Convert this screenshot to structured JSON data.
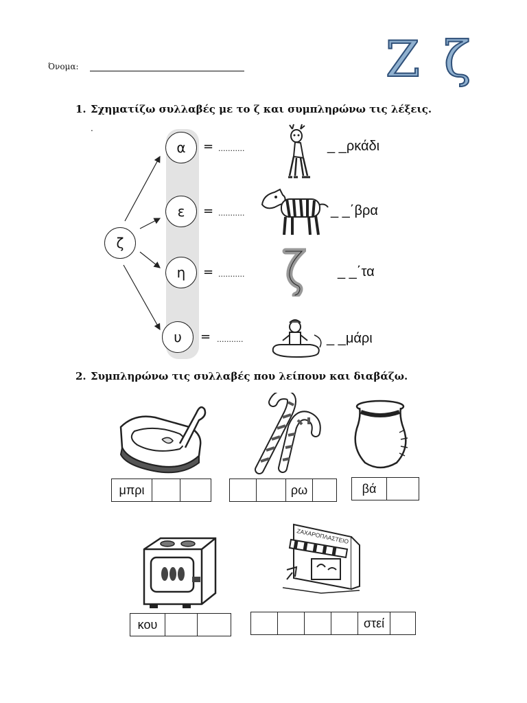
{
  "header": {
    "name_label": "Όνομα:",
    "title_letters": "Ζ ζ"
  },
  "exercise1": {
    "number": "1.",
    "instruction": "Σχηματίζω συλλαβές με το ζ και συμπληρώνω τις λέξεις.",
    "bullet": ".",
    "root_letter": "ζ",
    "rows": [
      {
        "vowel": "α",
        "equals": "=",
        "blank": "...........",
        "icon": "deer-icon",
        "word_blank": "_ _",
        "word_end": "ρκάδι"
      },
      {
        "vowel": "ε",
        "equals": "=",
        "blank": "...........",
        "icon": "zebra-icon",
        "word_blank": "_ _΄",
        "word_end": "βρα"
      },
      {
        "vowel": "η",
        "equals": "=",
        "blank": "...........",
        "icon": "zeta-letter-icon",
        "word_blank": "_ _΄",
        "word_end": "τα"
      },
      {
        "vowel": "υ",
        "equals": "=",
        "blank": "...........",
        "icon": "child-dough-icon",
        "word_blank": "_ _",
        "word_end": "μάρι"
      }
    ]
  },
  "exercise2": {
    "number": "2.",
    "instruction": "Συμπληρώνω τις συλλαβές που λείπουν και διαβάζω.",
    "items": [
      {
        "icon": "bread-butter-icon",
        "cells": [
          "μπρι",
          "",
          ""
        ]
      },
      {
        "icon": "candy-canes-icon",
        "cells": [
          "",
          "",
          "ρω",
          ""
        ]
      },
      {
        "icon": "jar-icon",
        "cells": [
          "βά",
          ""
        ]
      },
      {
        "icon": "oven-icon",
        "cells": [
          "κου",
          "",
          ""
        ]
      },
      {
        "icon": "pastry-shop-icon",
        "cells": [
          "",
          "",
          "",
          "",
          "στεί",
          ""
        ]
      }
    ],
    "shop_sign": "ΖΑΧΑΡΟΠΛΑΣΤΕΙΟ"
  }
}
